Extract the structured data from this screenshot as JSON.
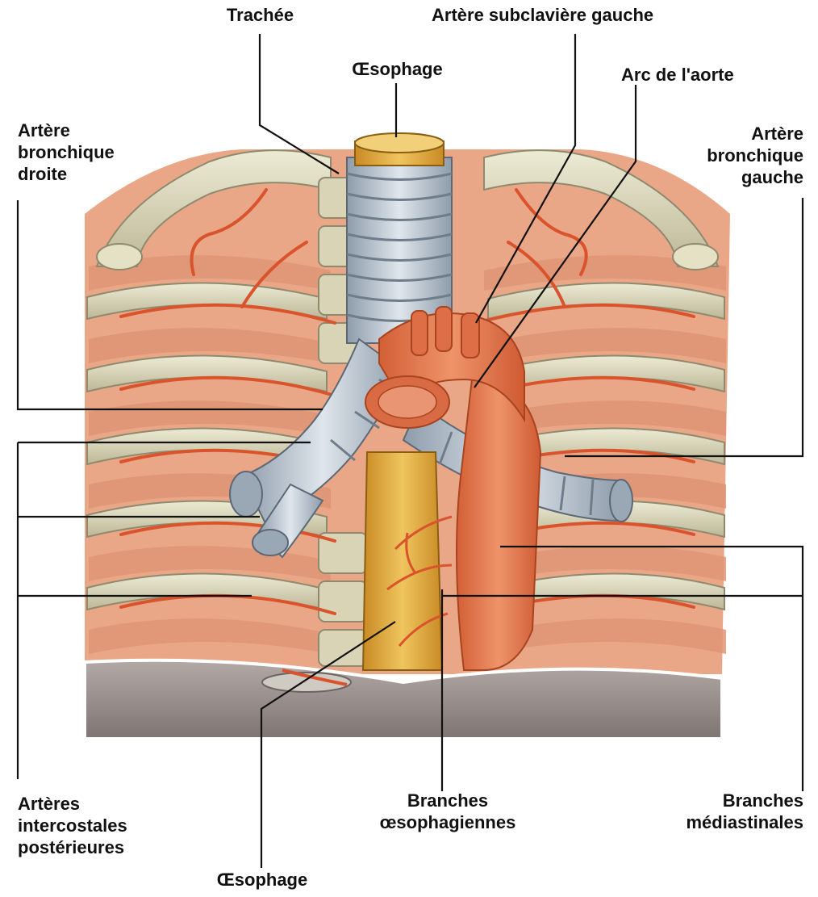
{
  "labels": {
    "trachee": "Trachée",
    "subclaviere": "Artère subclavière gauche",
    "oesophage_top": "Œsophage",
    "arc_aorte": "Arc de l'aorte",
    "bronchique_droite": [
      "Artère",
      "bronchique",
      "droite"
    ],
    "bronchique_gauche": [
      "Artère",
      "bronchique",
      "gauche"
    ],
    "intercostales": [
      "Artères",
      "intercostales",
      "postérieures"
    ],
    "branches_oeso": [
      "Branches",
      "œsophagiennes"
    ],
    "branches_media": [
      "Branches",
      "médiastinales"
    ],
    "oesophage_bottom": "Œsophage"
  },
  "colors": {
    "artery": "#d9532c",
    "aorta": "#e07a4f",
    "rib": "#d6d2b4",
    "muscle": "#e8a07e",
    "trachea": "#b7c3cf",
    "esophagus": "#e3ac3c",
    "diaphragm": "#9d9593"
  }
}
